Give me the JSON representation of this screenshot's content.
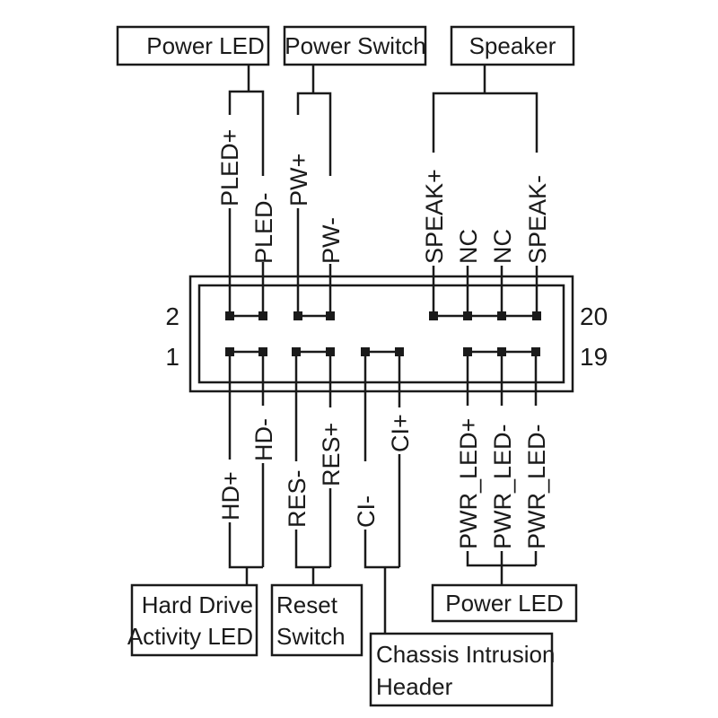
{
  "groups": {
    "power_led_top": "Power LED",
    "power_switch": "Power Switch",
    "speaker": "Speaker",
    "hdd_line1": "Hard Drive",
    "hdd_line2": "Activity LED",
    "reset_line1": "Reset",
    "reset_line2": "Switch",
    "chassis_line1": "Chassis Intrusion",
    "chassis_line2": "Header",
    "power_led_bottom": "Power LED"
  },
  "pin_numbers": {
    "top_left": "2",
    "top_right": "20",
    "bottom_left": "1",
    "bottom_right": "19"
  },
  "top_pins": [
    "PLED+",
    "PLED-",
    "PW+",
    "PW-",
    "SPEAK+",
    "NC",
    "NC",
    "SPEAK-"
  ],
  "bottom_pins": [
    "HD+",
    "HD-",
    "RES-",
    "RES+",
    "CI-",
    "CI+",
    "PWR_LED+",
    "PWR_LED-",
    "PWR_LED-"
  ]
}
